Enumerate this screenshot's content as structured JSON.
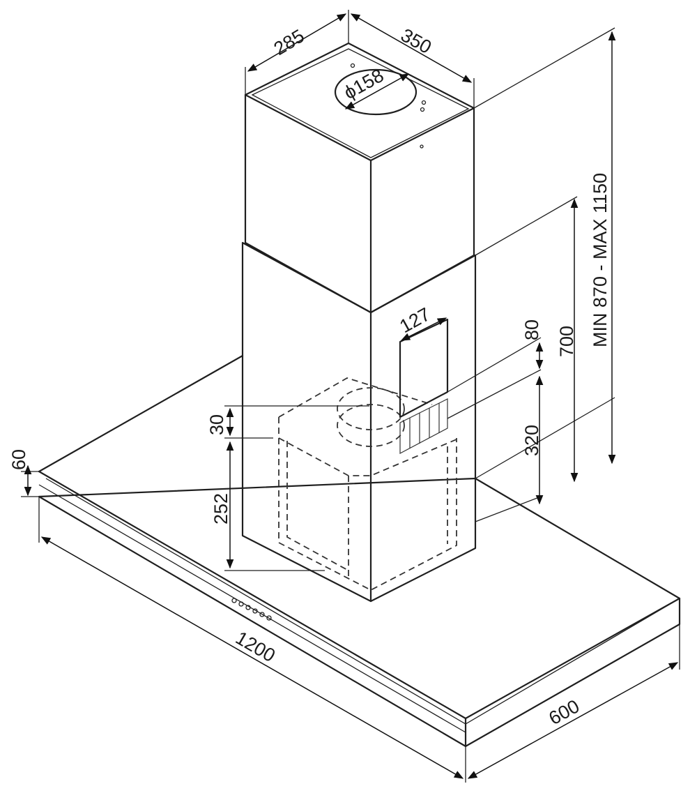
{
  "dimensions": {
    "chimney_depth": "285",
    "chimney_width": "350",
    "outlet_diameter": "ϕ158",
    "height_range": "MIN 870 - MAX 1150",
    "height_700": "700",
    "dim_80": "80",
    "dim_320": "320",
    "vent_width": "127",
    "dim_30": "30",
    "motor_height": "252",
    "canopy_thickness": "60",
    "canopy_width": "1200",
    "canopy_depth": "600"
  }
}
